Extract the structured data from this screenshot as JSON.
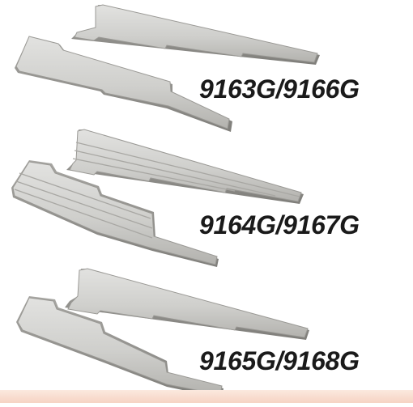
{
  "colors": {
    "metal_light": "#d6d6d4",
    "metal_mid": "#bdbcb8",
    "metal_dark": "#8e8d89",
    "label_text": "#1a1a1a",
    "bottom_band": "#f6d3c3"
  },
  "products": [
    {
      "label": "9163G/9166G",
      "tool_style": "smooth"
    },
    {
      "label": "9164G/9167G",
      "tool_style": "grooved"
    },
    {
      "label": "9165G/9168G",
      "tool_style": "wide-heel"
    }
  ]
}
